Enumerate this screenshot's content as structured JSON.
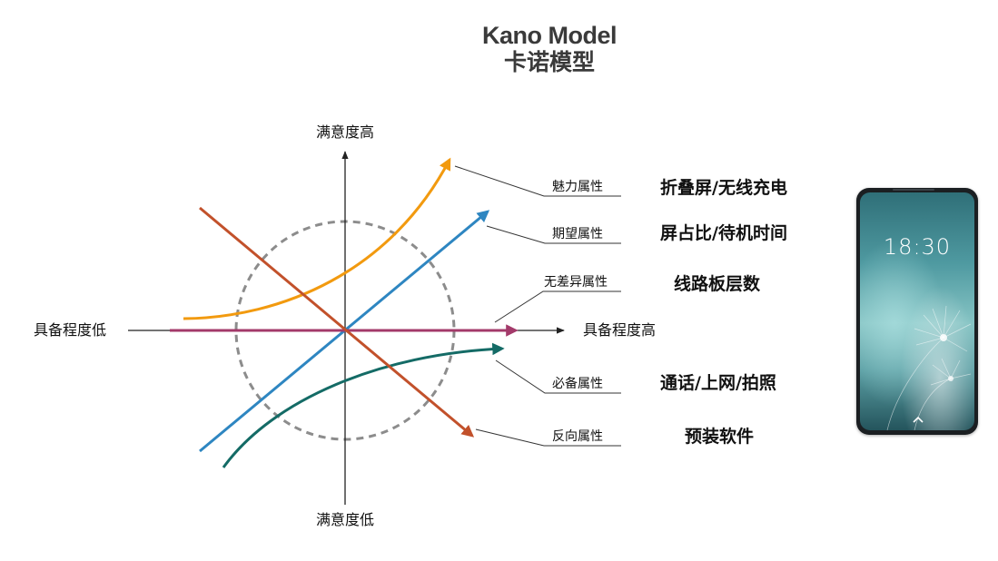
{
  "title": {
    "en": "Kano Model",
    "zh": "卡诺模型"
  },
  "axes": {
    "y_top": "满意度高",
    "y_bottom": "满意度低",
    "x_left": "具备程度低",
    "x_right": "具备程度高"
  },
  "categories": [
    {
      "label": "魅力属性",
      "example": "折叠屏/无线充电",
      "color": "#F29A0F"
    },
    {
      "label": "期望属性",
      "example": "屏占比/待机时间",
      "color": "#2E86C1"
    },
    {
      "label": "无差异属性",
      "example": "线路板层数",
      "color": "#A33A6A"
    },
    {
      "label": "必备属性",
      "example": "通话/上网/拍照",
      "color": "#146B66"
    },
    {
      "label": "反向属性",
      "example": "预装软件",
      "color": "#C2512B"
    }
  ],
  "phone": {
    "clock": "18:30"
  },
  "colors": {
    "axis": "#222222",
    "circle": "#8C8C8C",
    "leader": "#333333",
    "title": "#3A3A3A"
  },
  "icons": {
    "phone_wallpaper": "dandelion-image",
    "unlock_hint": "chevron-up-icon"
  }
}
